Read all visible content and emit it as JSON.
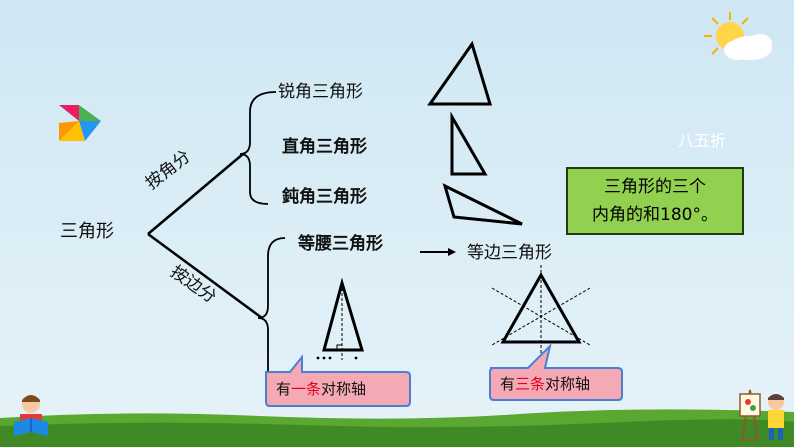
{
  "watermark": "八五折",
  "root": "三角形",
  "branch_by_angle": "按角分",
  "branch_by_side": "按边分",
  "angle_types": [
    "锐角三角形",
    "直角三角形",
    "鈍角三角形"
  ],
  "side_types": {
    "isosceles": "等腰三角形",
    "equilateral": "等边三角形"
  },
  "fact_box": {
    "line1": "三角形的三个",
    "line2": "内角的和180°。"
  },
  "callout_isosceles": {
    "prefix": "有",
    "highlight": "一条",
    "suffix": "对称轴"
  },
  "callout_equilateral": {
    "prefix": "有",
    "highlight": "三条",
    "suffix": "对称轴"
  },
  "colors": {
    "background": "#d9ecf5",
    "grass": "#4e9a2a",
    "fact_box_fill": "#92d050",
    "callout_fill": "#f4a9b4",
    "callout_border": "#4a7fd4",
    "highlight_text": "#e5001c"
  }
}
